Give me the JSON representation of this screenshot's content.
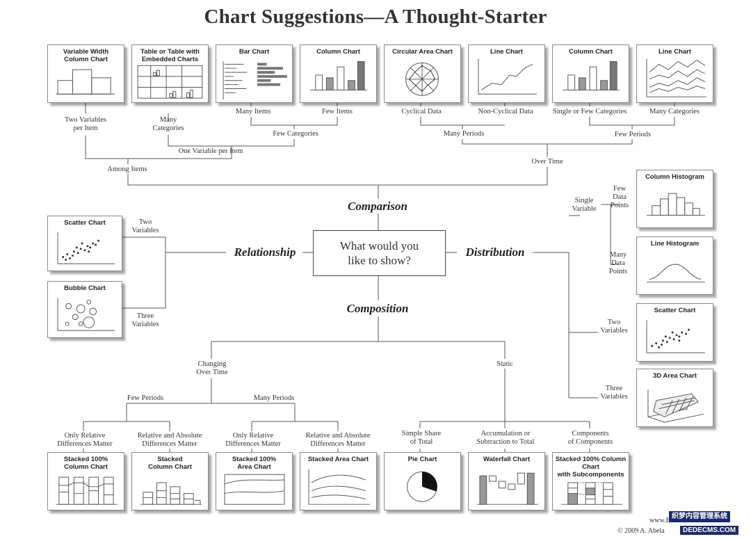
{
  "title": "Chart Suggestions—A Thought-Starter",
  "center_question": "What would you\nlike to show?",
  "categories": {
    "comparison": "Comparison",
    "relationship": "Relationship",
    "distribution": "Distribution",
    "composition": "Composition"
  },
  "cards": {
    "variable_width_column": "Variable Width\nColumn Chart",
    "table_embedded": "Table or Table with\nEmbedded Charts",
    "bar_chart": "Bar Chart",
    "column_chart_few": "Column Chart",
    "circular_area": "Circular Area Chart",
    "line_chart_noncyclical": "Line Chart",
    "column_chart_periods": "Column Chart",
    "line_chart_many": "Line Chart",
    "scatter_relationship": "Scatter Chart",
    "bubble": "Bubble Chart",
    "column_histogram": "Column Histogram",
    "line_histogram": "Line Histogram",
    "scatter_distribution": "Scatter Chart",
    "area_3d": "3D Area Chart",
    "stacked_100_column": "Stacked 100%\nColumn Chart",
    "stacked_column": "Stacked\nColumn Chart",
    "stacked_100_area": "Stacked 100%\nArea Chart",
    "stacked_area": "Stacked Area Chart",
    "pie": "Pie Chart",
    "waterfall": "Waterfall Chart",
    "stacked_100_subcomponents": "Stacked 100% Column Chart\nwith Subcomponents"
  },
  "labels": {
    "two_variables_per_item": "Two Variables\nper Item",
    "many_categories_table": "Many\nCategories",
    "many_items": "Many Items",
    "few_items": "Few Items",
    "cyclical_data": "Cyclical Data",
    "non_cyclical_data": "Non-Cyclical Data",
    "single_or_few_categories": "Single or Few Categories",
    "many_categories": "Many Categories",
    "few_categories": "Few Categories",
    "many_periods_top": "Many Periods",
    "few_periods_top": "Few Periods",
    "one_variable_per_item": "One Variable per Item",
    "among_items": "Among Items",
    "over_time": "Over Time",
    "rel_two_variables": "Two\nVariables",
    "rel_three_variables": "Three\nVariables",
    "single_variable": "Single\nVariable",
    "few_data_points": "Few\nData\nPoints",
    "many_data_points": "Many\nData\nPoints",
    "dist_two_variables": "Two\nVariables",
    "dist_three_variables": "Three\nVariables",
    "changing_over_time": "Changing\nOver Time",
    "static": "Static",
    "few_periods_bottom": "Few Periods",
    "many_periods_bottom": "Many Periods",
    "only_relative_1": "Only Relative\nDifferences Matter",
    "relative_absolute_1": "Relative and Absolute\nDifferences Matter",
    "only_relative_2": "Only Relative\nDifferences Matter",
    "relative_absolute_2": "Relative and Absolute\nDifferences Matter",
    "simple_share": "Simple Share\nof Total",
    "accumulation": "Accumulation or\nSubtraction to Total",
    "components": "Components\nof Components"
  },
  "credit": {
    "line1": "www.Ex",
    "line2": "© 2009  A. Abela"
  },
  "watermark": {
    "line1": "织梦内容管理系统",
    "line2": "DEDECMS.COM"
  }
}
